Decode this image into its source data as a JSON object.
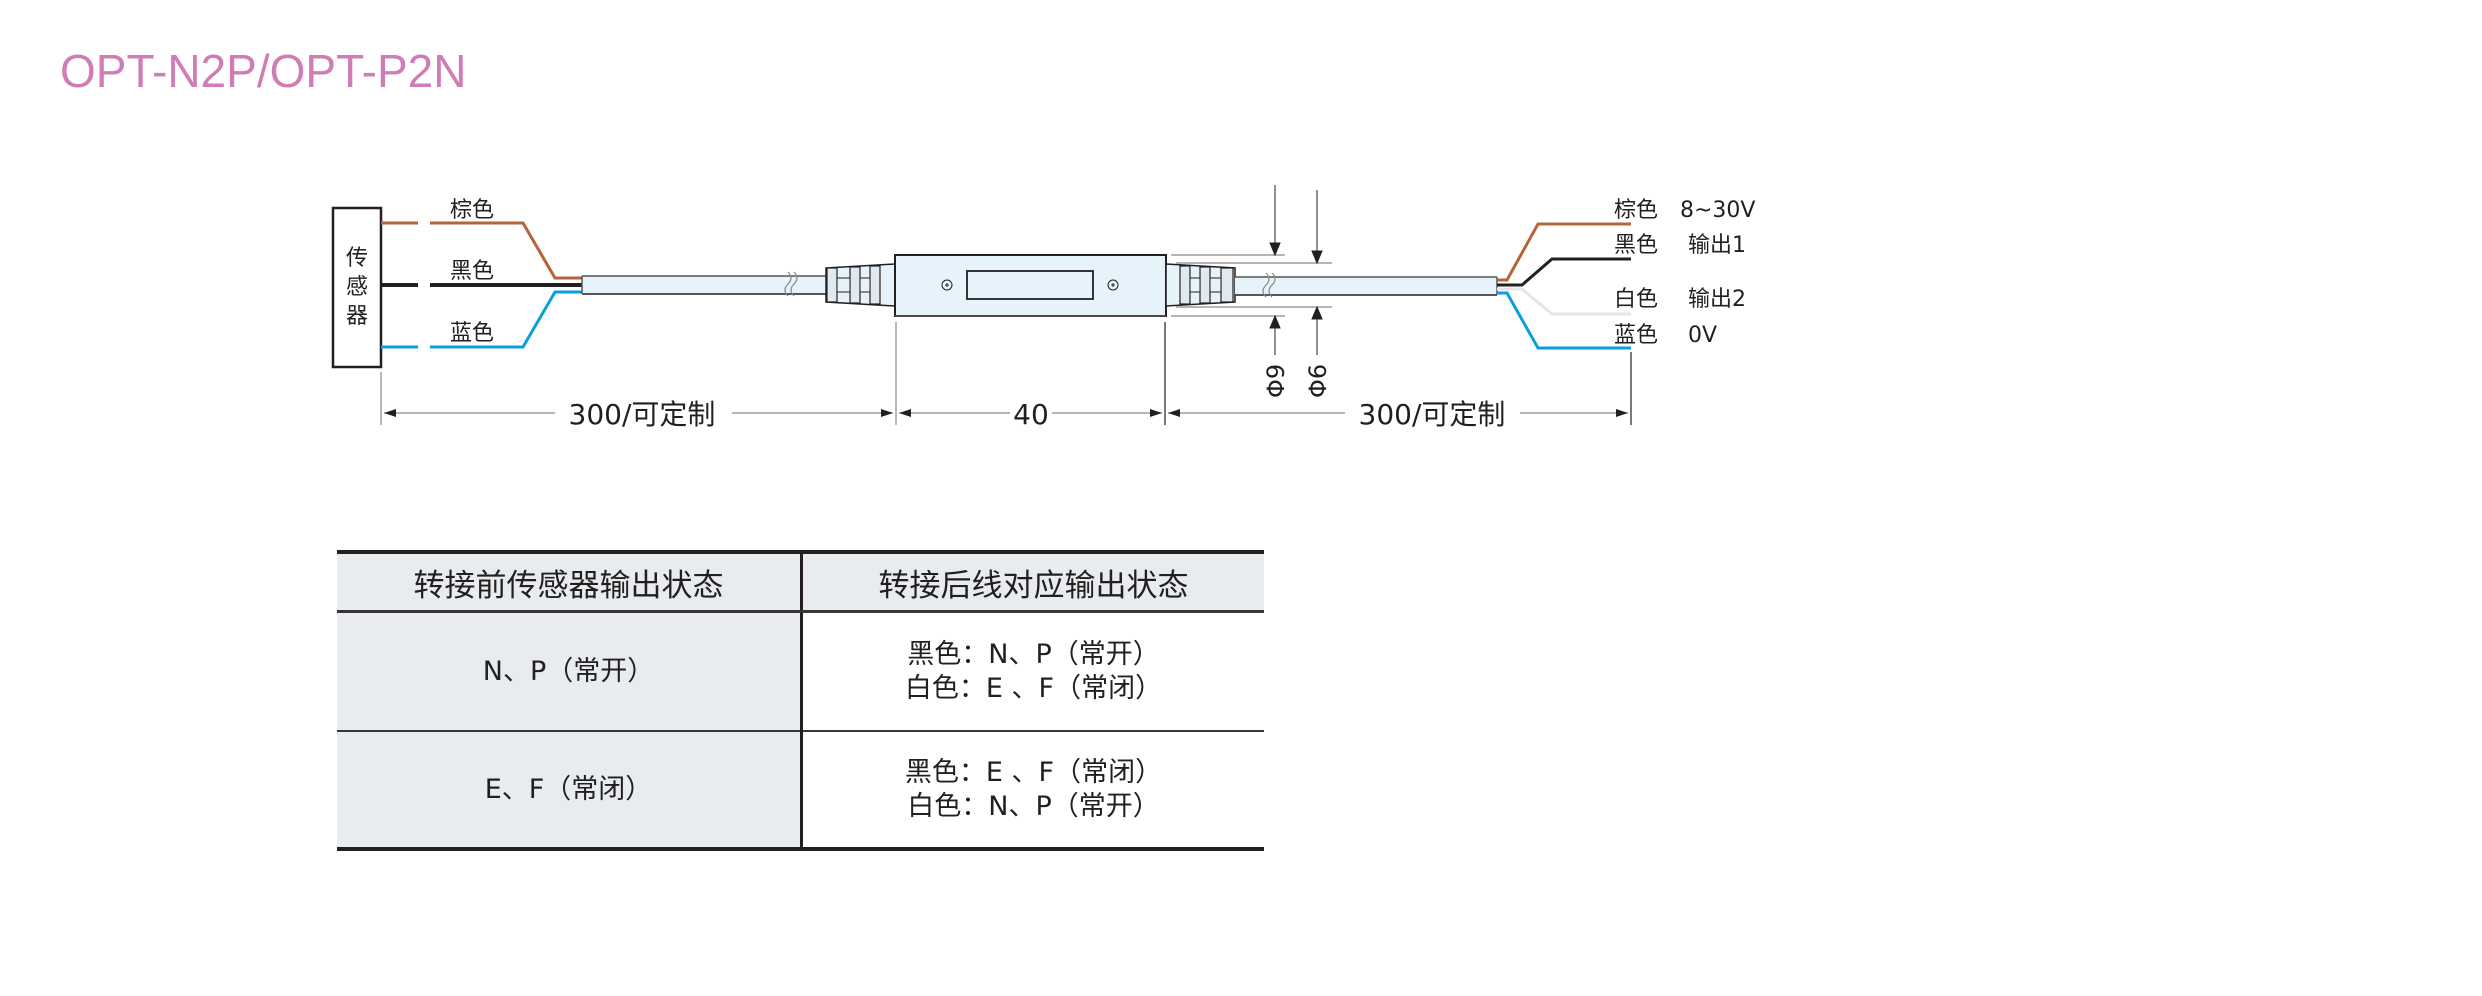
{
  "title": "OPT-N2P/OPT-P2N",
  "diagram": {
    "sensor_label": [
      "传",
      "感",
      "器"
    ],
    "left_wires": [
      {
        "color_name": "棕色",
        "color": "#b5643a"
      },
      {
        "color_name": "黑色",
        "color": "#231f20"
      },
      {
        "color_name": "蓝色",
        "color": "#0a9ee0"
      }
    ],
    "right_wires": [
      {
        "color_name": "棕色",
        "color": "#b5643a",
        "signal": "8~30V"
      },
      {
        "color_name": "黑色",
        "color": "#231f20",
        "signal": "输出1"
      },
      {
        "color_name": "白色",
        "color": "#e6e6e6",
        "signal": "输出2"
      },
      {
        "color_name": "蓝色",
        "color": "#0a9ee0",
        "signal": "0V"
      }
    ],
    "dimensions": {
      "left_cable": "300/可定制",
      "body": "40",
      "right_cable": "300/可定制",
      "diameter_boot": "Φ9",
      "diameter_cable": "Φ6"
    },
    "cable_fill": "#e6f3fb",
    "body_fill": "#e6f3fb"
  },
  "table": {
    "headers": [
      "转接前传感器输出状态",
      "转接后线对应输出状态"
    ],
    "rows": [
      {
        "before": "N、P（常开）",
        "after": [
          "黑色：N、P（常开）",
          "白色：E 、F（常闭）"
        ]
      },
      {
        "before": "E、F（常闭）",
        "after": [
          "黑色：E 、F（常闭）",
          "白色：N、P（常开）"
        ]
      }
    ]
  }
}
